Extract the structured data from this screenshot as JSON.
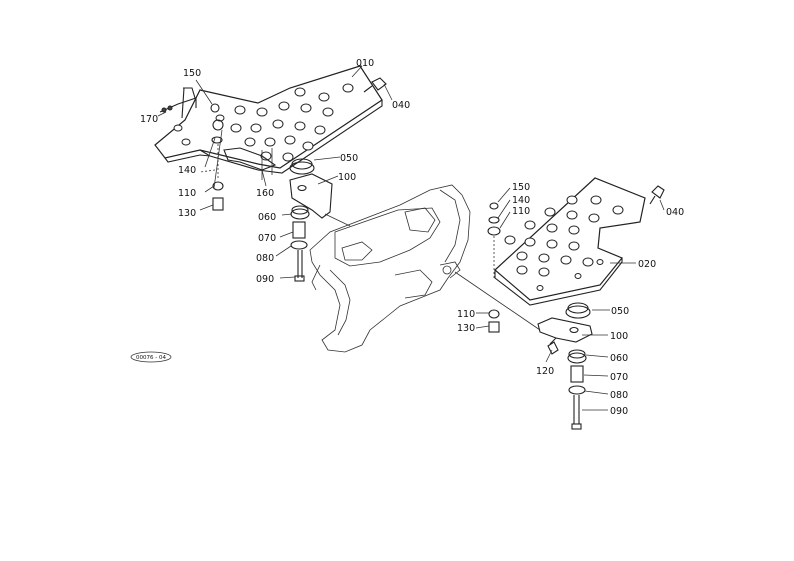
{
  "diagram": {
    "reference_code": "00076 - 04",
    "labels": {
      "p010": "010",
      "p040a": "040",
      "p150a": "150",
      "p170": "170",
      "p140a": "140",
      "p110a": "110",
      "p130a": "130",
      "p160": "160",
      "p050a": "050",
      "p100a": "100",
      "p060a": "060",
      "p070a": "070",
      "p080a": "080",
      "p090a": "090",
      "p150b": "150",
      "p140b": "140",
      "p110b": "110",
      "p040b": "040",
      "p020": "020",
      "p050b": "050",
      "p110c": "110",
      "p130b": "130",
      "p100b": "100",
      "p120": "120",
      "p060b": "060",
      "p070b": "070",
      "p080b": "080",
      "p090b": "090"
    }
  }
}
